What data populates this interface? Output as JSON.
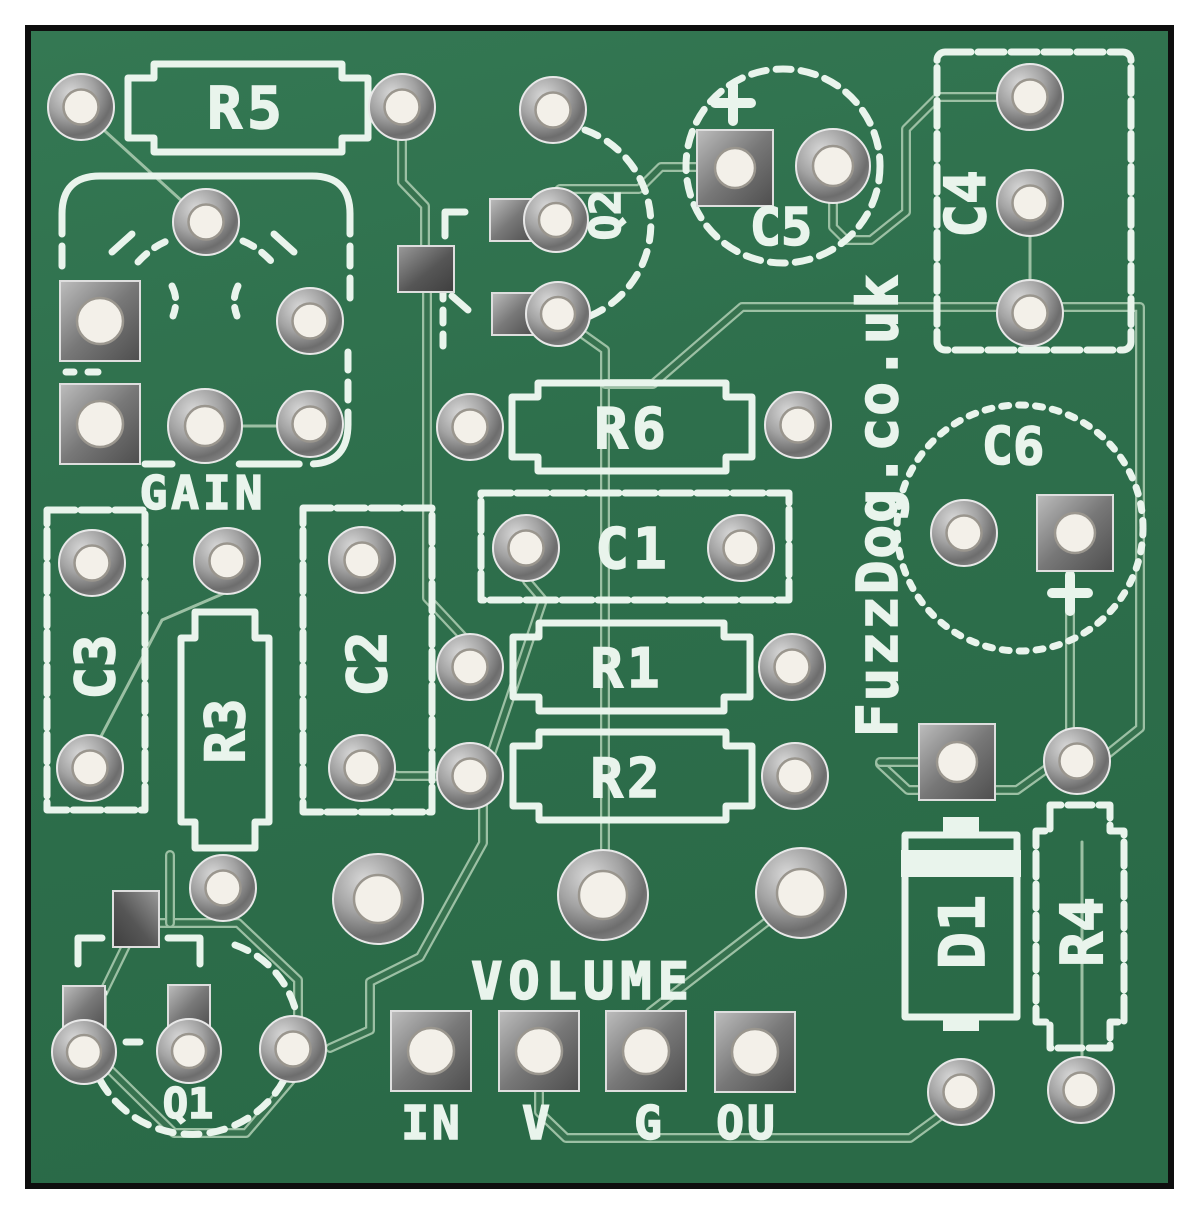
{
  "board": {
    "brand_text": "FuzzDog.co.uk",
    "controls": {
      "gain": "GAIN",
      "volume": "VOLUME"
    },
    "components": {
      "r1": "R1",
      "r2": "R2",
      "r3": "R3",
      "r4": "R4",
      "r5": "R5",
      "r6": "R6",
      "c1": "C1",
      "c2": "C2",
      "c3": "C3",
      "c4": "C4",
      "c5": "C5",
      "c6": "C6",
      "d1": "D1",
      "q1": "Q1",
      "q2": "Q2"
    },
    "connector_labels": {
      "in": "IN",
      "v": "V",
      "g": "G",
      "ou": "OU"
    },
    "polarity_plus": "+",
    "colors": {
      "page_bg": "#ffffff",
      "frame_black": "#0e0e0e",
      "board_green": "#2e6f4c",
      "board_green_light": "#357a54",
      "trace_edge": "#9cc0a4",
      "trace_core": "#37724f",
      "silkscreen": "#e9f4ec",
      "pad_silver": "#b9b9b9",
      "hole_ivory": "#f3f0e9"
    }
  }
}
